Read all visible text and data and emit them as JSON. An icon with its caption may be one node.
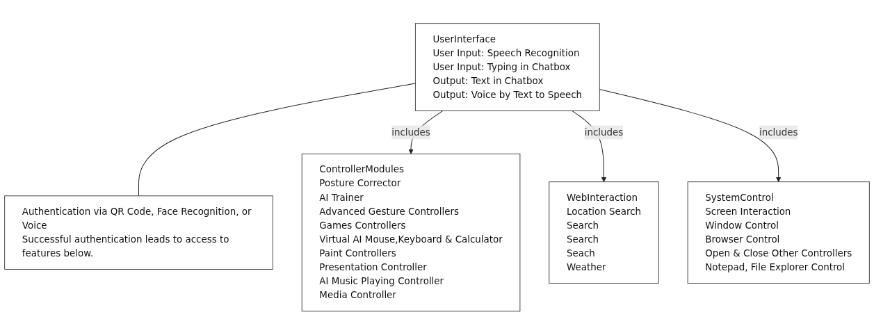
{
  "diagram": {
    "nodes": [
      {
        "text": [
          "UserInterface",
          "User Input: Speech Recognition",
          "User Input: Typing in Chatbox",
          "Output: Text in Chatbox",
          "Output: Voice by Text to Speech"
        ]
      },
      {
        "text": [
          "Authentication via QR Code, Face Recognition, or Voice",
          "Successful authentication leads to access to features below."
        ]
      },
      {
        "text": [
          "ControllerModules",
          "Posture Corrector",
          "AI Trainer",
          "Advanced Gesture Controllers",
          "Games Controllers",
          "Virtual AI Mouse,Keyboard & Calculator",
          "Paint Controllers",
          "Presentation Controller",
          "AI Music Playing Controller",
          "Media Controller"
        ]
      },
      {
        "text": [
          "WebInteraction",
          "Location Search",
          "Search",
          "Search",
          "Seach",
          "Weather"
        ]
      },
      {
        "text": [
          "SystemControl",
          "Screen Interaction",
          "Window Control",
          "Browser Control",
          "Open & Close Other Controllers",
          "Notepad, File Explorer Control"
        ]
      }
    ],
    "edges": [
      {
        "from": 0,
        "to": 1,
        "arrow": "none"
      },
      {
        "from": 0,
        "to": 2,
        "arrow": "to",
        "label": "includes"
      },
      {
        "from": 0,
        "to": 3,
        "arrow": "to",
        "label": "includes"
      },
      {
        "from": 0,
        "to": 4,
        "arrow": "to",
        "label": "includes"
      }
    ]
  }
}
